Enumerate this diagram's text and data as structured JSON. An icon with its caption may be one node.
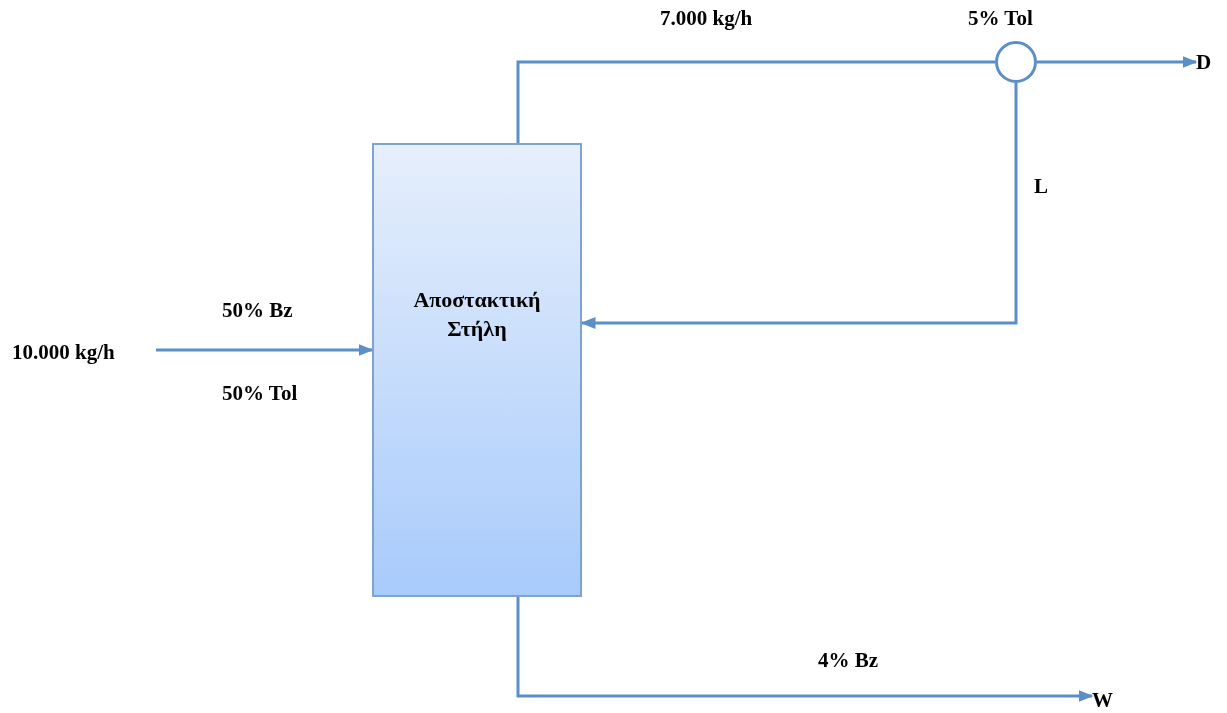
{
  "diagram": {
    "nodes": [
      {
        "text": [
          "Αποστακτική Στήλη"
        ]
      },
      {
        "text": [],
        "shape": "circle",
        "beside": [
          "5% Tol"
        ]
      },
      {
        "text": [
          "10.000 kg/h"
        ]
      },
      {
        "text": [
          "D"
        ]
      },
      {
        "text": [
          "W"
        ]
      }
    ],
    "edges": [
      {
        "from": 2,
        "to": 0,
        "arrow": "to"
      },
      {
        "from": 0,
        "to": 1,
        "arrow": "none",
        "label": "7.000 kg/h"
      },
      {
        "from": 1,
        "to": 3,
        "arrow": "to"
      },
      {
        "from": 1,
        "to": 0,
        "arrow": "to",
        "label": "L"
      },
      {
        "from": 0,
        "to": 4,
        "arrow": "to",
        "label": "4% Bz"
      }
    ],
    "labels": [
      "50% Bz",
      "50% Tol"
    ]
  }
}
